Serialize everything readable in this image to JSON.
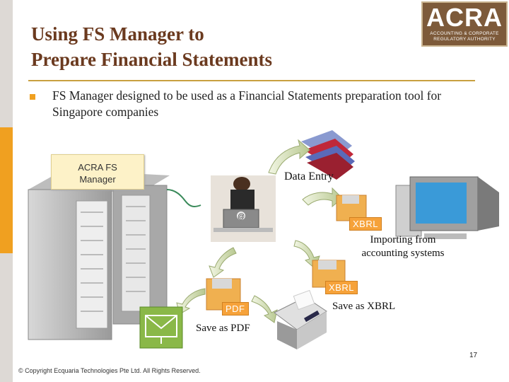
{
  "slide": {
    "title_line1": "Using FS Manager to",
    "title_line2": "Prepare Financial Statements",
    "bullet": "FS Manager designed to be used as a Financial Statements preparation tool for Singapore companies",
    "page_number": "17",
    "copyright": "© Copyright Ecquaria Technologies Pte Ltd. All Rights Reserved."
  },
  "logo": {
    "name": "ACRA",
    "line1": "ACCOUNTING & CORPORATE",
    "line2": "REGULATORY AUTHORITY"
  },
  "diagram": {
    "acra_box_line1": "ACRA FS",
    "acra_box_line2": "Manager",
    "data_entry": "Data Entry",
    "xbrl_tag_top": "XBRL",
    "importing_line1": "Importing from",
    "importing_line2": "accounting systems",
    "xbrl_tag_mid": "XBRL",
    "save_xbrl": "Save as XBRL",
    "pdf_tag": "PDF",
    "save_pdf": "Save as PDF"
  },
  "icons": [
    "server-icon",
    "binders-icon",
    "person-laptop-icon",
    "computer-icon",
    "floppy-disk-icon",
    "printer-icon",
    "email-icon",
    "curved-arrow-icon"
  ],
  "colors": {
    "title": "#6b3a1f",
    "accent": "#f0a020",
    "logo_bg": "#7d5a3a"
  }
}
